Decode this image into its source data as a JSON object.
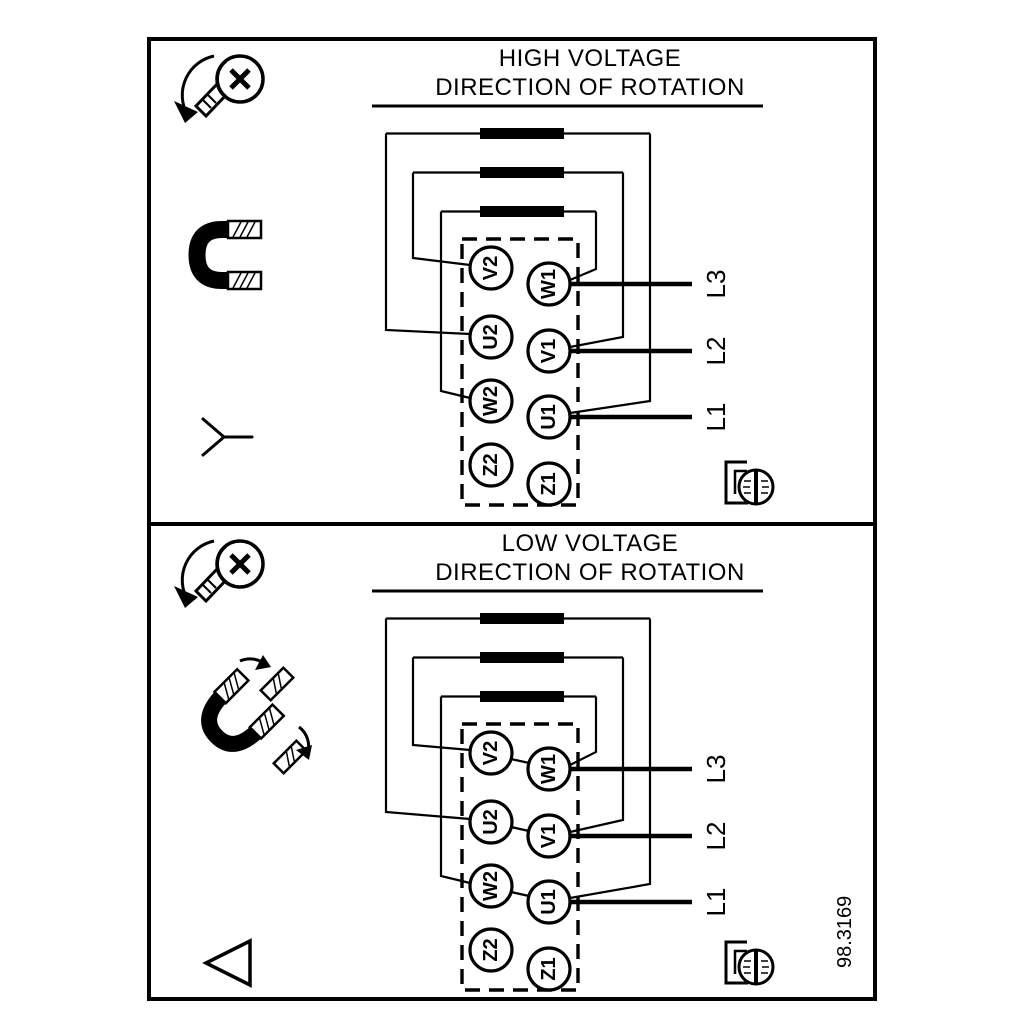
{
  "figure_number": "98.3169",
  "panels": {
    "high": {
      "title_line1": "HIGH VOLTAGE",
      "title_line2": "DIRECTION OF ROTATION",
      "terminals_left": [
        "V2",
        "U2",
        "W2",
        "Z2"
      ],
      "terminals_right": [
        "W1",
        "V1",
        "U1",
        "Z1"
      ],
      "line_labels": [
        "L3",
        "L2",
        "L1"
      ],
      "connection": "star"
    },
    "low": {
      "title_line1": "LOW VOLTAGE",
      "title_line2": "DIRECTION OF ROTATION",
      "terminals_left": [
        "V2",
        "U2",
        "W2",
        "Z2"
      ],
      "terminals_right": [
        "W1",
        "V1",
        "U1",
        "Z1"
      ],
      "line_labels": [
        "L3",
        "L2",
        "L1"
      ],
      "connection": "delta"
    }
  },
  "icons": {
    "screw_rotation": "phillips-screw-with-rotation-arrow",
    "jumper_link": "terminal-jumper-bracket",
    "star": "star-connection-symbol",
    "delta": "delta-connection-symbol",
    "jumper_move": "jumpers-repositioned-with-arrows",
    "terminal_screw": "slotted-terminal-screw"
  }
}
